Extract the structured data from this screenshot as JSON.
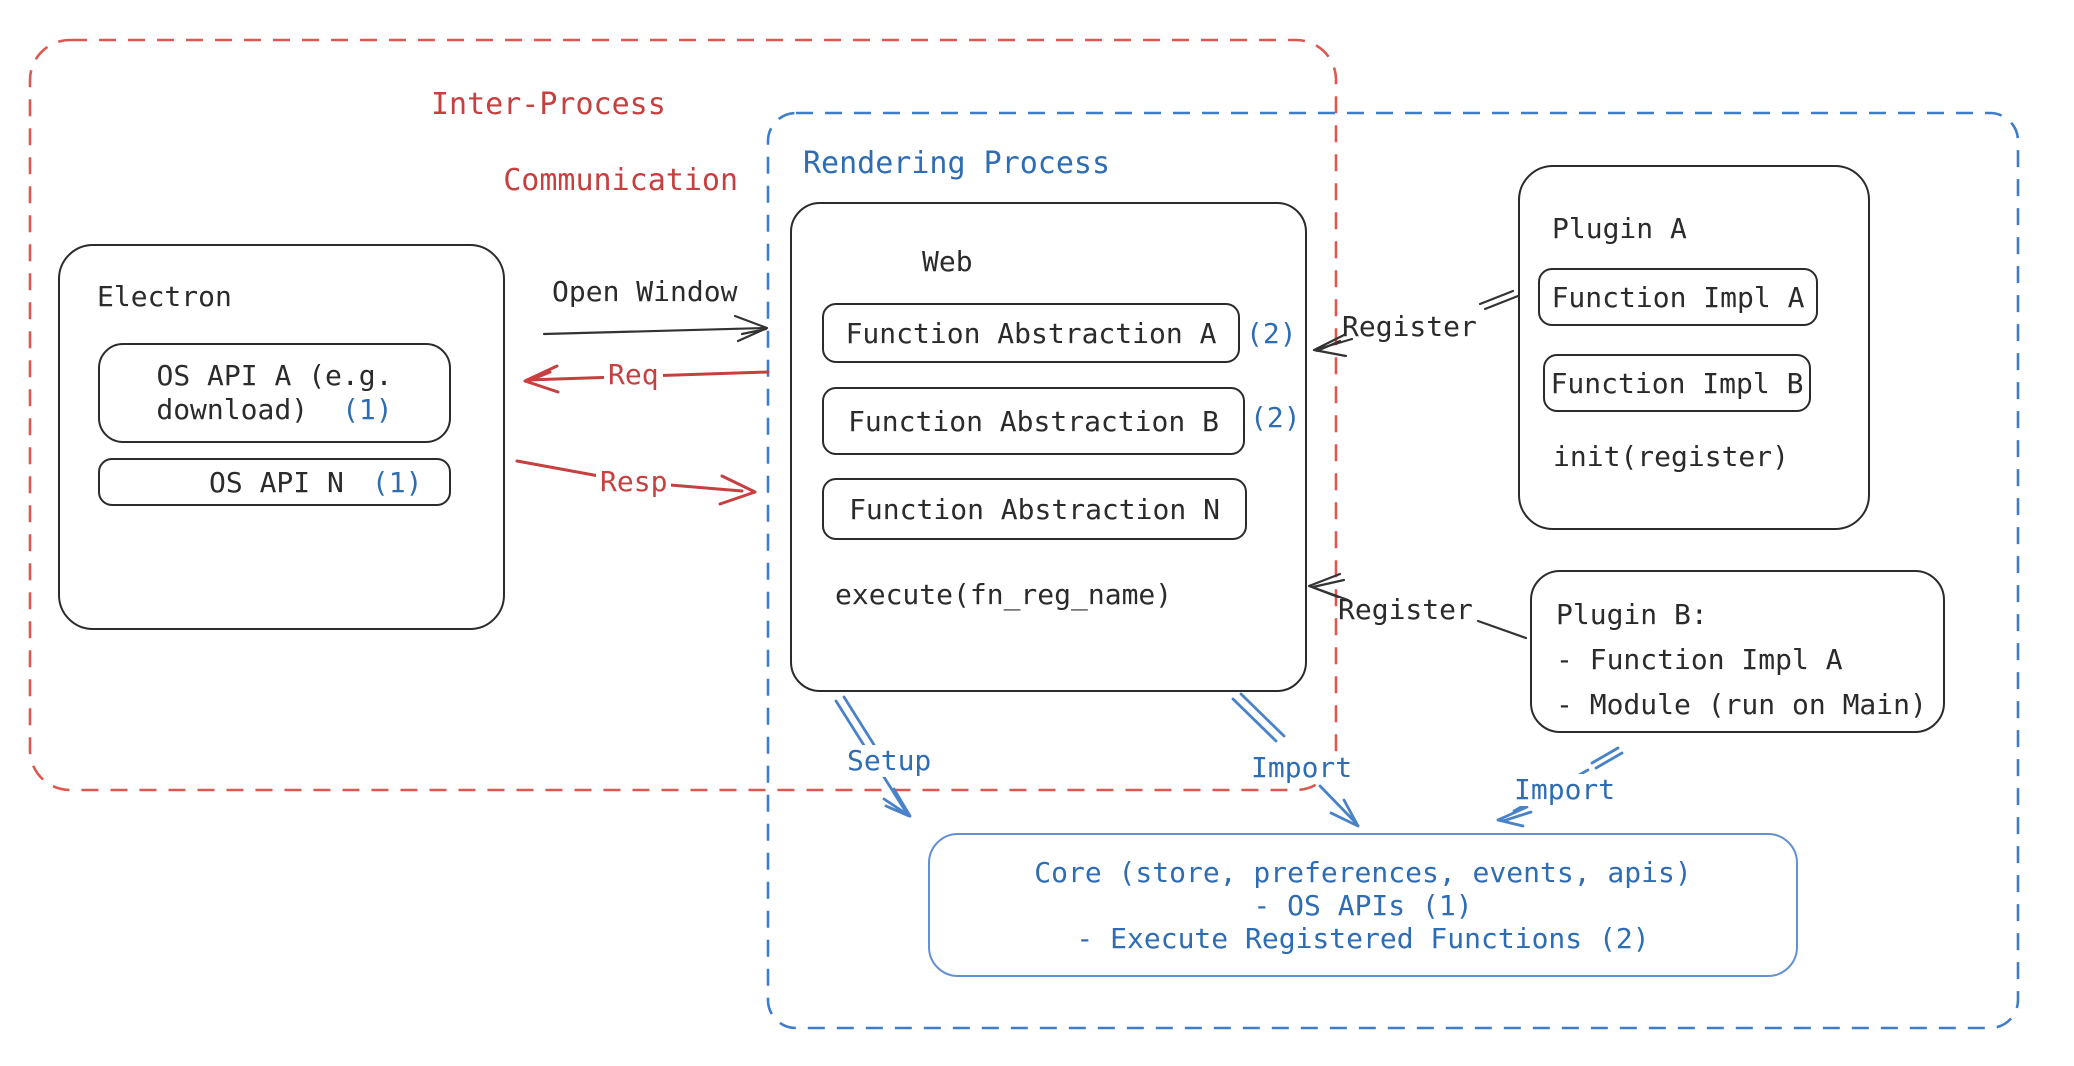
{
  "ipc": {
    "title_line1": "Inter-Process",
    "title_line2": "Communication"
  },
  "rendering": {
    "title": "Rendering Process"
  },
  "electron": {
    "title": "Electron",
    "api_a_line1": "OS API A (e.g.",
    "api_a_line2": "download)",
    "api_a_note": "(1)",
    "api_n_label": "OS API N",
    "api_n_note": "(1)"
  },
  "web": {
    "title": "Web",
    "abstraction_a": "Function Abstraction A",
    "abstraction_a_note": "(2)",
    "abstraction_b": "Function Abstraction B",
    "abstraction_b_note": "(2)",
    "abstraction_n": "Function Abstraction N",
    "execute_label": "execute(fn_reg_name)"
  },
  "plugin_a": {
    "title": "Plugin A",
    "impl_a": "Function Impl A",
    "impl_b": "Function Impl B",
    "init_label": "init(register)"
  },
  "plugin_b": {
    "title": "Plugin B:",
    "item_1": "- Function Impl A",
    "item_2": "- Module (run on Main)"
  },
  "core": {
    "line1": "Core (store, preferences, events, apis)",
    "line2": "- OS APIs (1)",
    "line3": "- Execute Registered Functions (2)"
  },
  "arrows": {
    "open_window": "Open Window",
    "req": "Req",
    "resp": "Resp",
    "register_plugin_a": "Register",
    "register_plugin_b": "Register",
    "setup": "Setup",
    "import_web": "Import",
    "import_plugin_b": "Import"
  },
  "colors": {
    "red_text": "#c64040",
    "red_dash": "#dd5850",
    "blue_text": "#2e6db4",
    "blue_dash": "#3f7cc9",
    "core_border": "#6390d2",
    "ink": "#2b2b2b"
  }
}
